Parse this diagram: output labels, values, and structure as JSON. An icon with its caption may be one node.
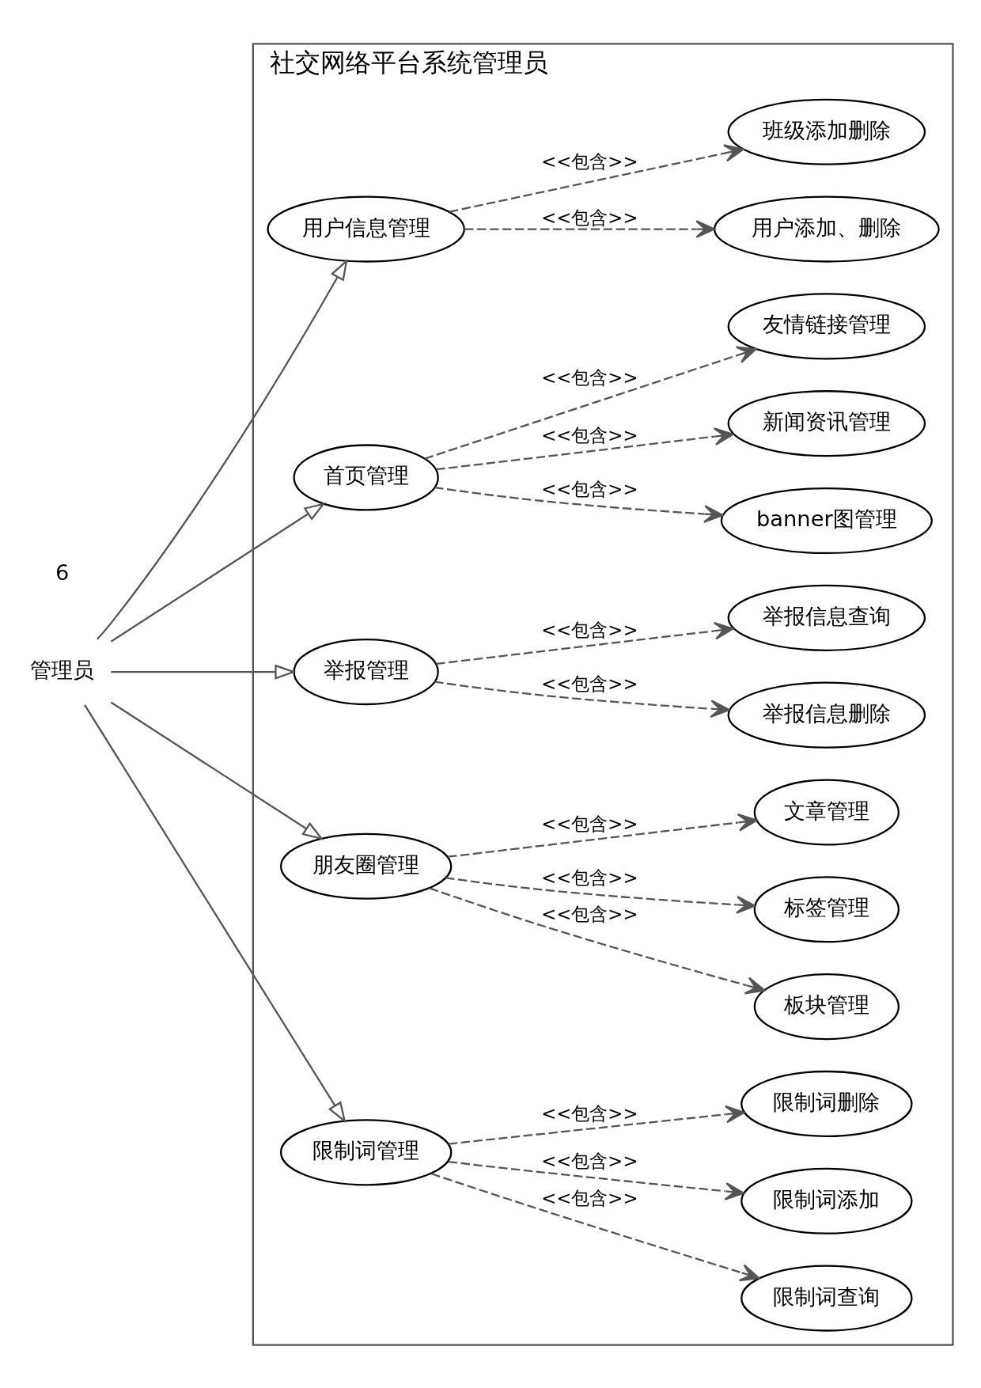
{
  "diagram": {
    "nodes": [
      {
        "text": [
          "社交网络平台系统管理员"
        ]
      },
      {
        "text": [
          "用户信息管理"
        ],
        "in": 0
      },
      {
        "text": [
          "用户添加、删除"
        ],
        "in": 0
      },
      {
        "text": [
          "班级添加删除"
        ],
        "in": 0
      },
      {
        "text": [
          "首页管理"
        ],
        "in": 0
      },
      {
        "text": [
          "banner图管理"
        ],
        "in": 0
      },
      {
        "text": [
          "新闻资讯管理"
        ],
        "in": 0
      },
      {
        "text": [
          "友情链接管理"
        ],
        "in": 0
      },
      {
        "text": [
          "举报管理"
        ],
        "in": 0
      },
      {
        "text": [
          "举报信息删除"
        ],
        "in": 0
      },
      {
        "text": [
          "举报信息查询"
        ],
        "in": 0
      },
      {
        "text": [
          "朋友圈管理"
        ],
        "in": 0
      },
      {
        "text": [
          "板块管理"
        ],
        "in": 0
      },
      {
        "text": [
          "标签管理"
        ],
        "in": 0
      },
      {
        "text": [
          "文章管理"
        ],
        "in": 0
      },
      {
        "text": [
          "限制词管理"
        ],
        "in": 0
      },
      {
        "text": [
          "限制词查询"
        ],
        "in": 0
      },
      {
        "text": [
          "限制词添加"
        ],
        "in": 0
      },
      {
        "text": [
          "限制词删除"
        ],
        "in": 0
      },
      {
        "text": [
          "管理员"
        ]
      }
    ],
    "edges": [
      {
        "from": 19,
        "to": 1,
        "arrow": "to"
      },
      {
        "from": 19,
        "to": 4,
        "arrow": "to"
      },
      {
        "from": 19,
        "to": 8,
        "arrow": "to"
      },
      {
        "from": 19,
        "to": 11,
        "arrow": "to"
      },
      {
        "from": 19,
        "to": 15,
        "arrow": "to"
      },
      {
        "from": 1,
        "to": 2,
        "arrow": "to",
        "label": "<<包含>>",
        "style": "dashed"
      },
      {
        "from": 1,
        "to": 3,
        "arrow": "to",
        "label": "<<包含>>",
        "style": "dashed"
      },
      {
        "from": 4,
        "to": 5,
        "arrow": "to",
        "label": "<<包含>>",
        "style": "dashed"
      },
      {
        "from": 4,
        "to": 6,
        "arrow": "to",
        "label": "<<包含>>",
        "style": "dashed"
      },
      {
        "from": 4,
        "to": 7,
        "arrow": "to",
        "label": "<<包含>>",
        "style": "dashed"
      },
      {
        "from": 8,
        "to": 9,
        "arrow": "to",
        "label": "<<包含>>",
        "style": "dashed"
      },
      {
        "from": 8,
        "to": 10,
        "arrow": "to",
        "label": "<<包含>>",
        "style": "dashed"
      },
      {
        "from": 11,
        "to": 12,
        "arrow": "to",
        "label": "<<包含>>",
        "style": "dashed"
      },
      {
        "from": 11,
        "to": 13,
        "arrow": "to",
        "label": "<<包含>>",
        "style": "dashed"
      },
      {
        "from": 11,
        "to": 14,
        "arrow": "to",
        "label": "<<包含>>",
        "style": "dashed"
      },
      {
        "from": 15,
        "to": 16,
        "arrow": "to",
        "label": "<<包含>>",
        "style": "dashed"
      },
      {
        "from": 15,
        "to": 17,
        "arrow": "to",
        "label": "<<包含>>",
        "style": "dashed"
      },
      {
        "from": 15,
        "to": 18,
        "arrow": "to",
        "label": "<<包含>>",
        "style": "dashed"
      }
    ],
    "labels": [
      "6"
    ]
  }
}
